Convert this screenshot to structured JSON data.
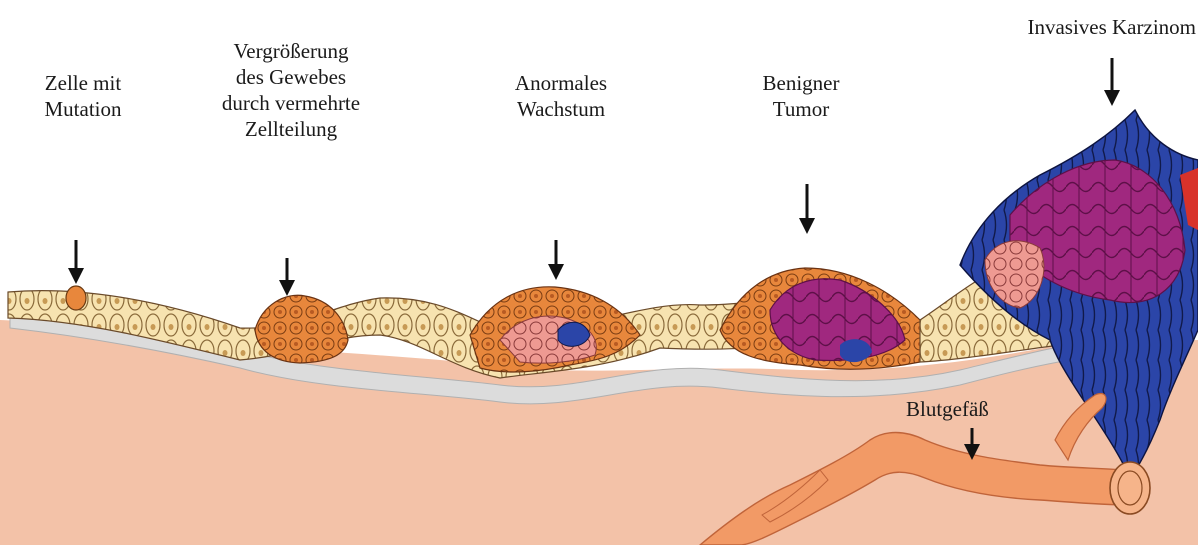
{
  "labels": {
    "mutation": [
      "Zelle mit",
      "Mutation"
    ],
    "vergroesserung": [
      "Vergrößerung",
      "des Gewebes",
      "durch vermehrte",
      "Zellteilung"
    ],
    "anormales": [
      "Anormales",
      "Wachstum"
    ],
    "benigner": [
      "Benigner",
      "Tumor"
    ],
    "karzinom": [
      "Invasives Karzinom"
    ],
    "blutgefaess": [
      "Blutgefäß"
    ]
  },
  "colors": {
    "stroma": "#f3c2a8",
    "basement": "#dcdcdc",
    "normal_cell": "#f7e3b0",
    "hyperplasia": "#e8873c",
    "pink_cell": "#ee9a92",
    "purple_tumor": "#a0287f",
    "blue_invasive": "#2b45a8",
    "vessel": "#f29a66",
    "arrow": "#111111"
  }
}
